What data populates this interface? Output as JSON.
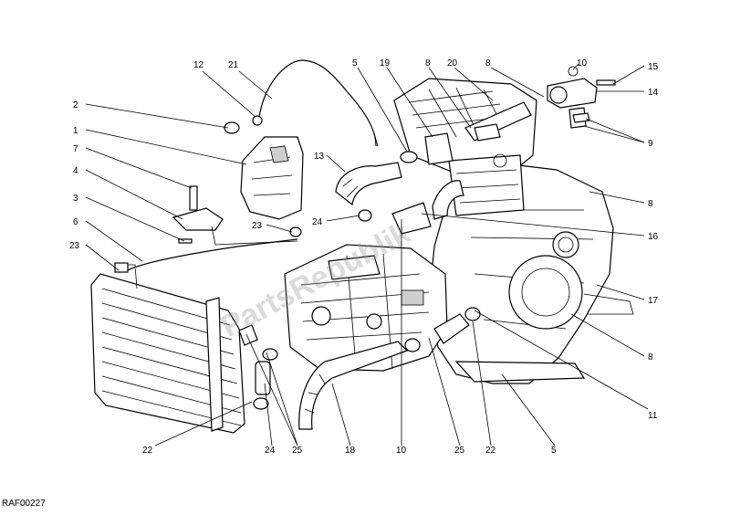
{
  "diagram": {
    "reference_code": "RAF00227",
    "watermark": "PartsRepublik",
    "callouts": [
      {
        "id": "c-12",
        "label": "12"
      },
      {
        "id": "c-21",
        "label": "21"
      },
      {
        "id": "c-2",
        "label": "2"
      },
      {
        "id": "c-1",
        "label": "1"
      },
      {
        "id": "c-7",
        "label": "7"
      },
      {
        "id": "c-4",
        "label": "4"
      },
      {
        "id": "c-3",
        "label": "3"
      },
      {
        "id": "c-6",
        "label": "6"
      },
      {
        "id": "c-23a",
        "label": "23"
      },
      {
        "id": "c-5a",
        "label": "5"
      },
      {
        "id": "c-19",
        "label": "19"
      },
      {
        "id": "c-8a",
        "label": "8"
      },
      {
        "id": "c-20",
        "label": "20"
      },
      {
        "id": "c-8b",
        "label": "8"
      },
      {
        "id": "c-10a",
        "label": "10"
      },
      {
        "id": "c-15",
        "label": "15"
      },
      {
        "id": "c-14",
        "label": "14"
      },
      {
        "id": "c-9",
        "label": "9"
      },
      {
        "id": "c-13",
        "label": "13"
      },
      {
        "id": "c-24a",
        "label": "24"
      },
      {
        "id": "c-23b",
        "label": "23"
      },
      {
        "id": "c-8c",
        "label": "8"
      },
      {
        "id": "c-16",
        "label": "16"
      },
      {
        "id": "c-17",
        "label": "17"
      },
      {
        "id": "c-8d",
        "label": "8"
      },
      {
        "id": "c-11",
        "label": "11"
      },
      {
        "id": "c-22a",
        "label": "22"
      },
      {
        "id": "c-24b",
        "label": "24"
      },
      {
        "id": "c-25a",
        "label": "25"
      },
      {
        "id": "c-18",
        "label": "18"
      },
      {
        "id": "c-10b",
        "label": "10"
      },
      {
        "id": "c-25b",
        "label": "25"
      },
      {
        "id": "c-22b",
        "label": "22"
      },
      {
        "id": "c-5b",
        "label": "5"
      }
    ]
  }
}
